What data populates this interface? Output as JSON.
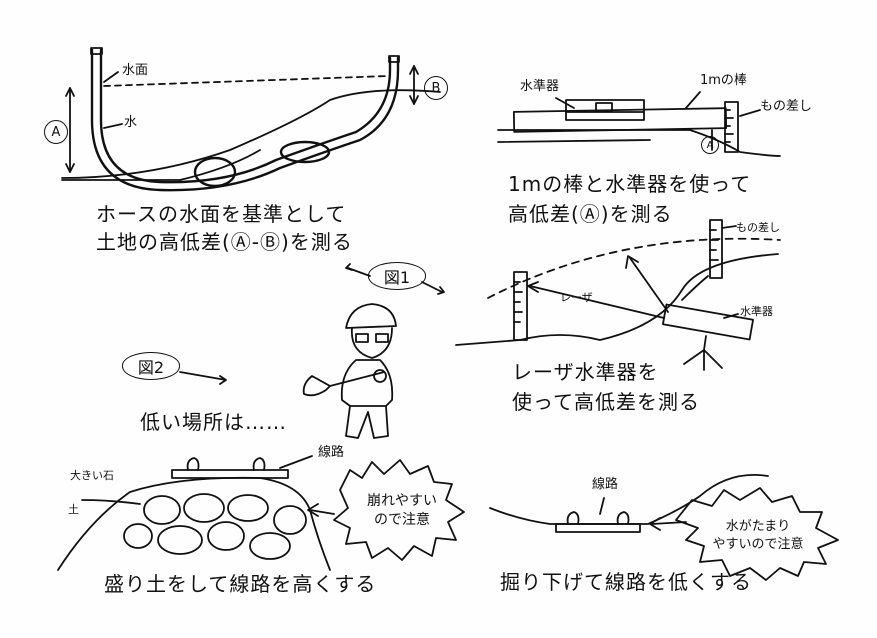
{
  "panel1": {
    "label_water_surface": "水面",
    "label_water": "水",
    "marker_a": "A",
    "marker_b": "B",
    "caption_line1": "ホースの水面を基準として",
    "caption_line2": "土地の高低差(Ⓐ-Ⓑ)を測る"
  },
  "panel2": {
    "label_level": "水準器",
    "label_rod": "1mの棒",
    "label_staff": "もの差し",
    "marker_a": "A",
    "caption_line1": "1mの棒と水準器を使って",
    "caption_line2": "高低差(Ⓐ)を測る"
  },
  "figure1": {
    "label": "図1"
  },
  "panel3": {
    "label_staff": "もの差し",
    "label_laser": "レーザ",
    "label_level": "水準器",
    "caption_line1": "レーザ水準器を",
    "caption_line2": "使って高低差を測る"
  },
  "figure2": {
    "label": "図2"
  },
  "low_place_text": "低い場所は……",
  "panel4": {
    "label_track": "線路",
    "label_big_stone": "大きい石",
    "label_soil": "土",
    "bubble_line1": "崩れやすい",
    "bubble_line2": "ので注意",
    "caption": "盛り土をして線路を高くする"
  },
  "panel5": {
    "label_track": "線路",
    "bubble_line1": "水がたまり",
    "bubble_line2": "やすいので注意",
    "caption": "掘り下げて線路を低くする"
  }
}
